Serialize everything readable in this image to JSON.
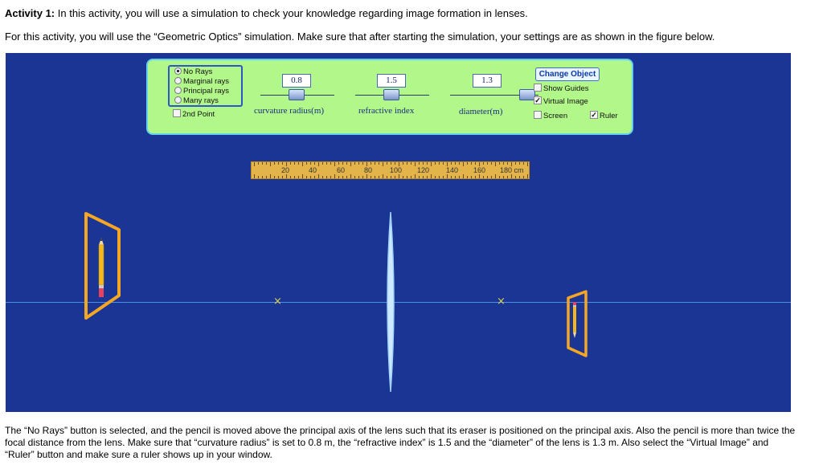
{
  "instructions": {
    "activity_label": "Activity 1:",
    "activity_text": " In this activity, you will use a simulation to check your knowledge regarding image formation in lenses.",
    "setup_text": "For this activity, you will use the “Geometric Optics” simulation. Make sure that after starting the simulation, your settings are as shown in the figure below.",
    "footer_text": "The “No Rays” button is selected, and the pencil is moved above the principal axis of the lens such that its eraser is positioned on the principal axis. Also the pencil is more than twice the focal distance from the lens. Make sure that “curvature radius” is set to 0.8 m, the “refractive index” is 1.5 and the “diameter” of the lens is 1.3 m. Also select the “Virtual Image” and “Ruler” button and make sure a ruler shows up in your window."
  },
  "rays": {
    "options": [
      "No Rays",
      "Marginal rays",
      "Principal rays",
      "Many rays"
    ],
    "selected": "No Rays"
  },
  "second_point": {
    "label": "2nd Point",
    "checked": false
  },
  "sliders": {
    "curvature": {
      "value": "0.8",
      "label": "curvature radius(m)"
    },
    "refractive": {
      "value": "1.5",
      "label": "refractive index"
    },
    "diameter": {
      "value": "1.3",
      "label": "diameter(m)"
    }
  },
  "change_object": {
    "label": "Change Object"
  },
  "checkboxes": {
    "show_guides": {
      "label": "Show Guides",
      "checked": false
    },
    "virtual_image": {
      "label": "Virtual Image",
      "checked": true
    },
    "screen": {
      "label": "Screen",
      "checked": false
    },
    "ruler": {
      "label": "Ruler",
      "checked": true
    }
  },
  "ruler_ticks": [
    "20",
    "40",
    "60",
    "80",
    "100",
    "120",
    "140",
    "160",
    "180 cm"
  ],
  "check_glyph": "✓",
  "focal_glyph": "×",
  "colors": {
    "sim_background": "#1a3593",
    "panel_background": "#b2f78a",
    "frame_orange": "#f5a623",
    "lens": "#bfe3ff",
    "axis": "#4a8fe0"
  }
}
